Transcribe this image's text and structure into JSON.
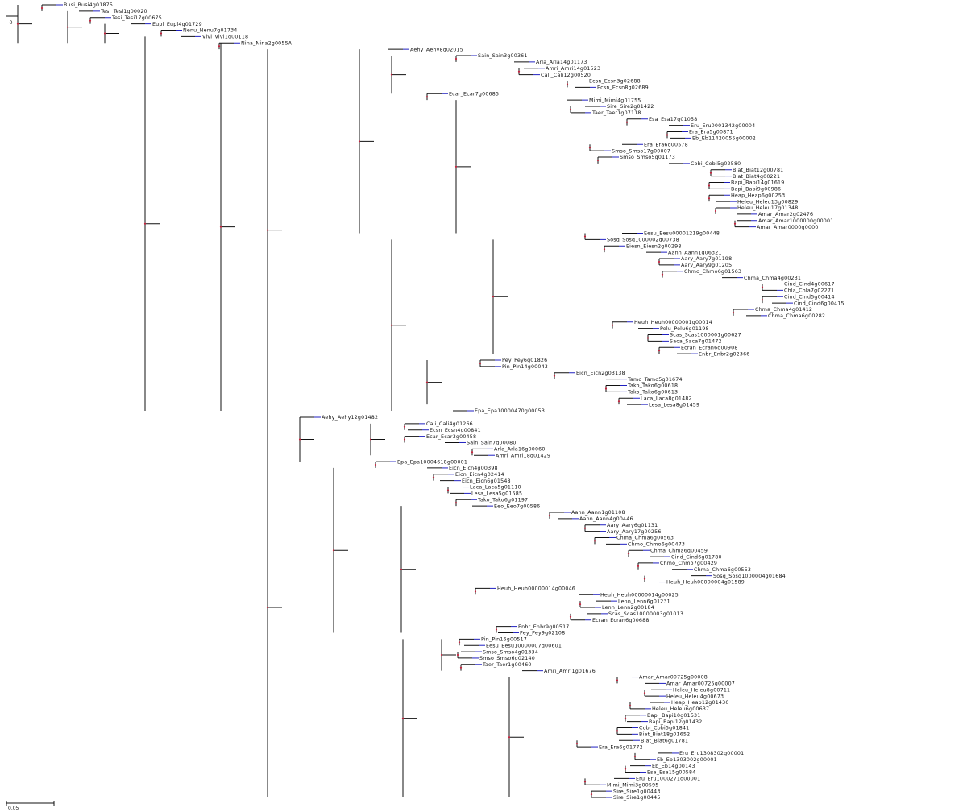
{
  "tree": {
    "root_label": "-0-",
    "branch_color": "#111111",
    "leaf_tick_color": "#2020c0",
    "node_marker_color": "#c0203a",
    "scale_bar": {
      "label": "0.05"
    },
    "leaves": [
      "Busi_Busi4g01875",
      "Tesi_Tesi1g00020",
      "Tesi_Tesi17g00675",
      "Eupl_Eupl4g01729",
      "Nenu_Nenu7g01734",
      "Vivi_Vivi1g00118",
      "Nina_Nina2g0055A",
      "Aehy_Aehy8g02015",
      "Sain_Sain3g00361",
      "Arla_Arla14g01173",
      "Amri_Amri14g01523",
      "Cali_Cali12g00520",
      "Ecsn_Ecsn3g02688",
      "Ecsn_Ecsn8g02689",
      "Ecar_Ecar7g00685",
      "Mimi_Mimi4g01755",
      "Sire_Sire2g01422",
      "Taer_Taer1g07118",
      "Esa_Esa17g01058",
      "Eru_Eru0001342g00004",
      "Era_Era5g00871",
      "Eb_Eb11420055g00002",
      "Era_Era6g00578",
      "Smso_Smso17g00007",
      "Smso_Smso5g01173",
      "Cobi_Cobi5g02580",
      "Biat_Biat12g00781",
      "Biat_Biat4g00221",
      "Bapi_Bapi14g01619",
      "Bapi_Bapi9g00986",
      "Heap_Heap6g00253",
      "Heleu_Heleu13g00829",
      "Heleu_Heleu17g01348",
      "Amar_Amar2g02476",
      "Amar_Amar1000000g00001",
      "Amar_Amar0000g0000",
      "Eesu_Eesu00001219g00448",
      "Sosq_Sosq1000002g00738",
      "Eiesn_Eiesn2g00298",
      "Aann_Aann1g06321",
      "Aary_Aary7g01198",
      "Aary_Aary9g01205",
      "Chmo_Chmo6g01563",
      "Chma_Chma4g00231",
      "Cind_Cind4g00617",
      "Chla_Chla7g02271",
      "Cind_Cind5g00414",
      "Cind_Cind6g00415",
      "Chma_Chma4g01412",
      "Chma_Chma6g00282",
      "Heuh_Heuh00000001g00014",
      "Pelu_Pelu6g01198",
      "Scas_Scas1000001g00627",
      "Saca_Saca7g01472",
      "Ecran_Ecran6g00908",
      "Enbr_Enbr2g02366",
      "Pey_Pey6g01826",
      "Pin_Pin14g00043",
      "Eicn_Eicn2g03138",
      "Tamo_Tamo5g01674",
      "Tako_Tako6g00618",
      "Tako_Tako6g00613",
      "Laca_Laca8g01482",
      "Lesa_Lesa8g01459",
      "Epa_Epa10000470g00053",
      "Aehy_Aehy12g01482",
      "Cali_Cali4g01266",
      "Ecsn_Ecsn4g00841",
      "Ecar_Ecar3g00458",
      "Sain_Sain7g00080",
      "Arla_Arla16g00060",
      "Amri_Amri18g01429",
      "Epa_Epa10004618g00001",
      "Eicn_Eicn4g00398",
      "Eicn_Eicn4g02414",
      "Eicn_Eicn6g01548",
      "Laca_Laca5g01110",
      "Lesa_Lesa5g01585",
      "Tako_Tako6g01197",
      "Eeo_Eeo7g00586",
      "Aann_Aann1g01108",
      "Aann_Aann4g00446",
      "Aary_Aary6g01131",
      "Aary_Aary17g00256",
      "Chma_Chma6g00563",
      "Chmo_Chmo6g00473",
      "Chma_Chma6g00459",
      "Cind_Cind6g01780",
      "Chmo_Chmo7g00429",
      "Chma_Chma6g00553",
      "Sosq_Sosq1000004g01684",
      "Heuh_Heuh00000004g01589",
      "Heuh_Heuh00000014g00046",
      "Heuh_Heuh00000014g00025",
      "Lenn_Lenn6g01231",
      "Lenn_Lenn2g00184",
      "Scas_Scas10000003g01013",
      "Ecran_Ecran6g00688",
      "Enbr_Enbr9g00517",
      "Pey_Pey9g02108",
      "Pin_Pin16g00517",
      "Eesu_Eesu10000007g00601",
      "Smso_Smso4g01334",
      "Smso_Smso6g02140",
      "Taer_Taer1g00460",
      "Amri_Amri1g01676",
      "Amar_Amar00725g00008",
      "Amar_Amar00725g00007",
      "Heleu_Heleu8g00711",
      "Heleu_Heleu4g00673",
      "Heap_Heap12g01430",
      "Heleu_Heleu6g00637",
      "Bapi_Bapi10g01531",
      "Bapi_Bapi12g01432",
      "Cobi_Cobi5g01841",
      "Biat_Biat18g01652",
      "Biat_Biat6g01781",
      "Era_Era6g01772",
      "Eru_Eru1308302g00001",
      "Eb_Eb1303002g00001",
      "Eb_Eb14g00143",
      "Esa_Esa15g00584",
      "Eru_Eru1000271g00001",
      "Mimi_Mimi3g00595",
      "Sire_Sire1g00443",
      "Sire_Sire1g00445"
    ]
  }
}
